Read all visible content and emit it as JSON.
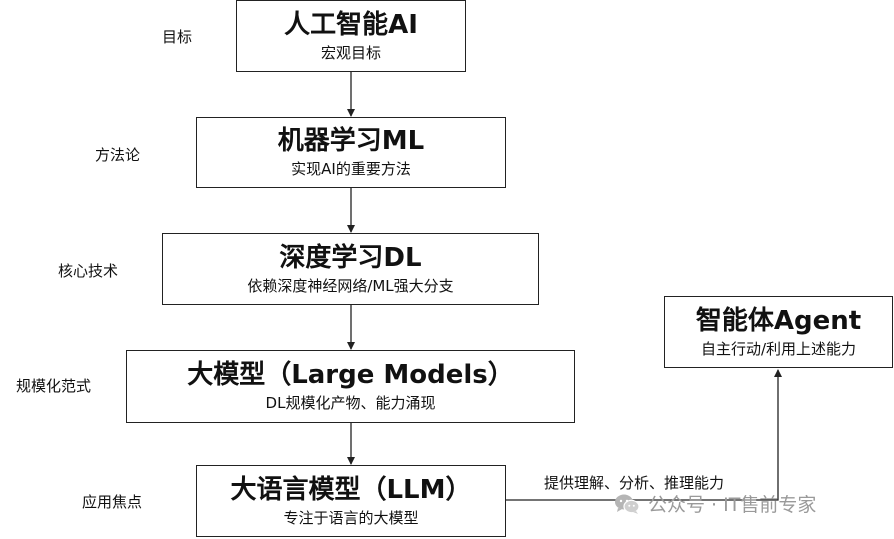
{
  "levels": [
    {
      "side_label": "目标",
      "title": "人工智能AI",
      "subtitle": "宏观目标"
    },
    {
      "side_label": "方法论",
      "title": "机器学习ML",
      "subtitle": "实现AI的重要方法"
    },
    {
      "side_label": "核心技术",
      "title": "深度学习DL",
      "subtitle": "依赖深度神经网络/ML强大分支"
    },
    {
      "side_label": "规模化范式",
      "title": "大模型（Large Models）",
      "subtitle": "DL规模化产物、能力涌现"
    },
    {
      "side_label": "应用焦点",
      "title": "大语言模型（LLM）",
      "subtitle": "专注于语言的大模型"
    }
  ],
  "agent": {
    "title": "智能体Agent",
    "subtitle": "自主行动/利用上述能力"
  },
  "edge_label": "提供理解、分析、推理能力",
  "watermark": {
    "text": "公众号 · IT售前专家",
    "icon": "wechat-icon"
  },
  "colors": {
    "line": "#222222",
    "watermark": "#9a9a9a"
  }
}
